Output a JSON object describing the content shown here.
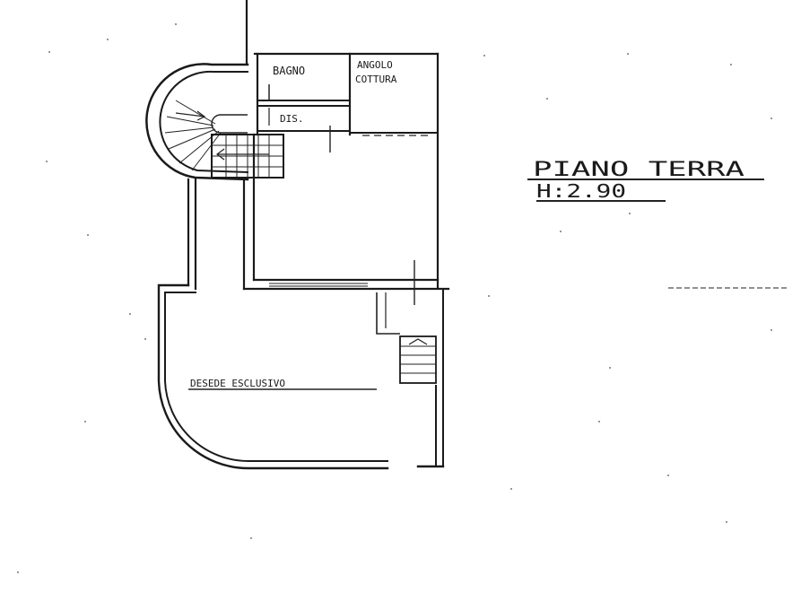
{
  "floor": {
    "title": "PIANO TERRA",
    "height": "H:2.90"
  },
  "rooms": {
    "bathroom": "BAGNO",
    "kitchen_line1": "ANGOLO",
    "kitchen_line2": "COTTURA",
    "hallway": "DIS.",
    "courtyard": "DESEDE ESCLUSIVO"
  },
  "colors": {
    "ink": "#1a1a1a",
    "paper": "#ffffff"
  }
}
